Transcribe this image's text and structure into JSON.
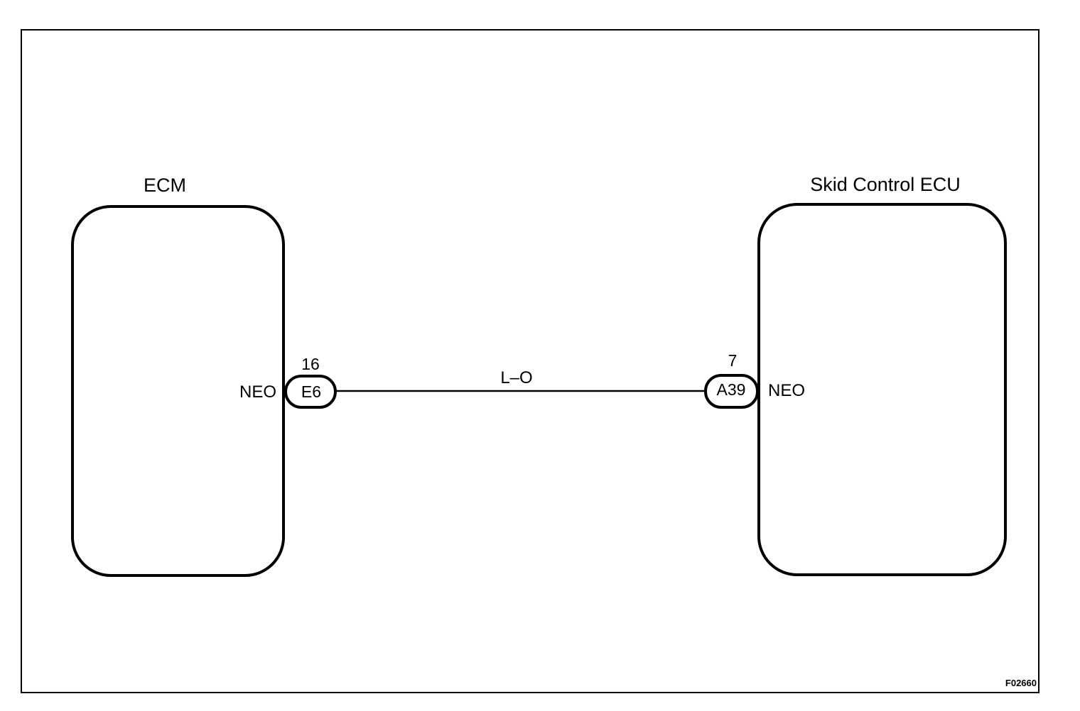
{
  "diagram": {
    "units": {
      "left": {
        "label": "ECM",
        "terminal": "NEO"
      },
      "right": {
        "label": "Skid Control ECU",
        "terminal": "NEO"
      }
    },
    "connectors": {
      "left": {
        "code": "E6",
        "pin": "16"
      },
      "right": {
        "code": "A39",
        "pin": "7"
      }
    },
    "wire": {
      "color_code": "L–O"
    },
    "figure_id": "F02660"
  }
}
